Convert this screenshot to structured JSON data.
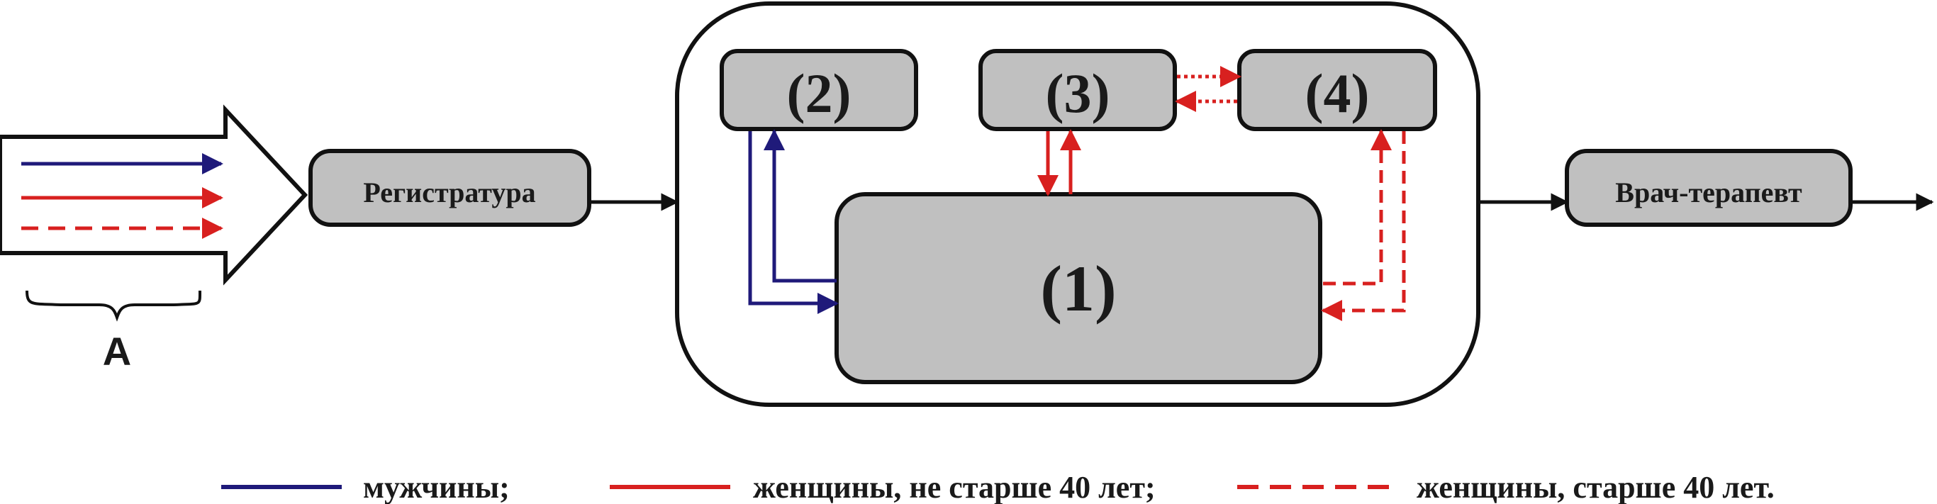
{
  "colors": {
    "men": "#1f1a7a",
    "women": "#d8201f",
    "box_fill": "#c0c0c0",
    "stroke": "#111111"
  },
  "input": {
    "label": "А"
  },
  "boxes": {
    "registratura": "Регистратура",
    "therapist": "Врач-терапевт",
    "box1": "(1)",
    "box2": "(2)",
    "box3": "(3)",
    "box4": "(4)"
  },
  "legend": {
    "men": "мужчины;",
    "women_under_40": "женщины, не старше 40 лет;",
    "women_over_40": "женщины, старше 40 лет."
  }
}
